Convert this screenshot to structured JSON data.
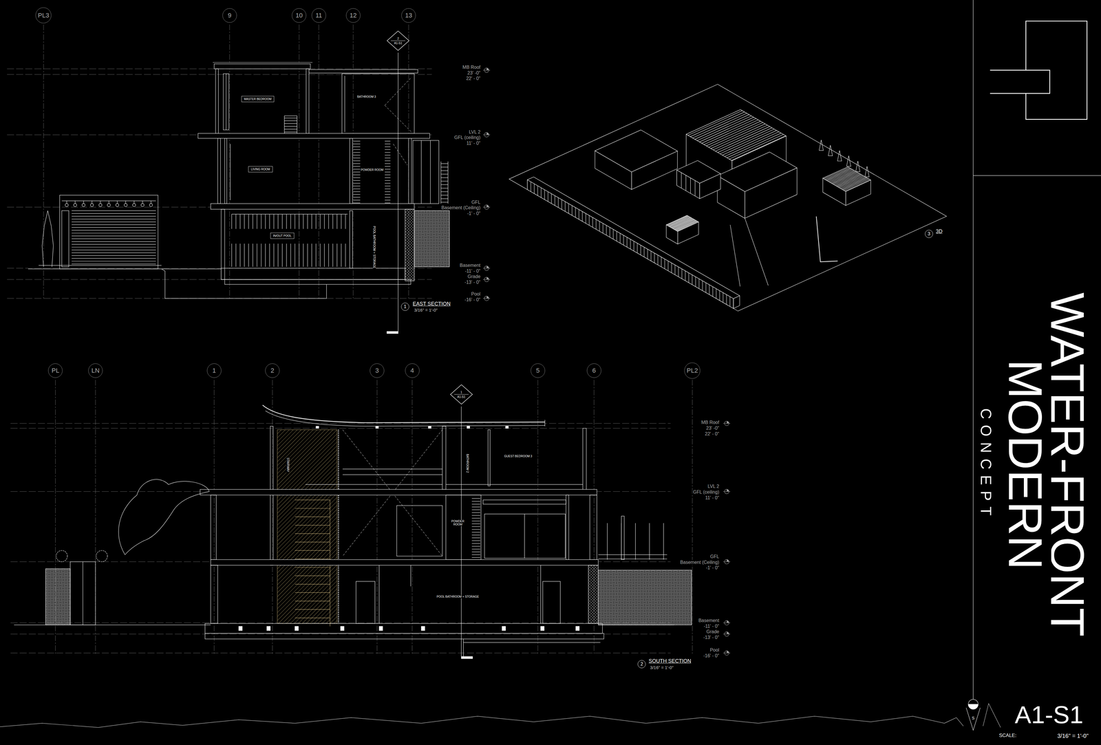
{
  "diagram": {
    "nodes": [
      {
        "text": [
          "PL3"
        ]
      },
      {
        "text": [
          "9"
        ]
      },
      {
        "text": [
          "10"
        ]
      },
      {
        "text": [
          "11"
        ]
      },
      {
        "text": [
          "12"
        ]
      },
      {
        "text": [
          "13"
        ]
      },
      {
        "text": [
          "2",
          "A1-S1"
        ]
      },
      {
        "text": [
          "MASTER BEDROOM"
        ]
      },
      {
        "text": [
          "LIVING ROOM"
        ]
      },
      {
        "text": [
          "IN/OUT POOL"
        ]
      },
      {
        "text": [
          "1"
        ]
      },
      {
        "text": [
          "3"
        ]
      },
      {
        "text": [
          "PL"
        ]
      },
      {
        "text": [
          "LN"
        ]
      },
      {
        "text": [
          "1"
        ]
      },
      {
        "text": [
          "2"
        ]
      },
      {
        "text": [
          "3"
        ]
      },
      {
        "text": [
          "4"
        ]
      },
      {
        "text": [
          "5"
        ]
      },
      {
        "text": [
          "6"
        ]
      },
      {
        "text": [
          "PL2"
        ]
      },
      {
        "text": [
          "1",
          "A1-S1"
        ]
      },
      {
        "text": [
          "2"
        ]
      }
    ],
    "labels": [
      "BATHROOM 3",
      "POWDER ROOM",
      "POOL BATHROOM + STORAGE",
      "MB Roof",
      "23' -0\"",
      "22' - 0\"",
      "LVL 2",
      "GFL (ceiling)",
      "11' - 0\"",
      "GFL",
      "Basement (Ceiling)",
      "-1' - 0\"",
      "Basement",
      "-11' - 0\"",
      "Grade",
      "-13' - 0\"",
      "Pool",
      "-16' - 0\"",
      "EAST SECTION",
      "3/16\" = 1'-0\"",
      "3D",
      "STAIRWAY",
      "BATHROOM 2",
      "GUEST BEDROOM 3",
      "POWDER ROOM",
      "POOL BATHROOM + STORAGE",
      "MB Roof",
      "23' -0\"",
      "22' - 0\"",
      "LVL 2",
      "GFL (ceiling)",
      "11' - 0\"",
      "GFL",
      "Basement (Ceiling)",
      "-1' - 0\"",
      "Basement",
      "-11' - 0\"",
      "Grade",
      "-13' - 0\"",
      "Pool",
      "-16' - 0\"",
      "SOUTH SECTION",
      "3/16\" = 1'-0\"",
      "WATER-FRONT",
      "MODERN",
      "CONCEPT",
      "A1-S1",
      "SCALE:",
      "3/16\" = 1'-0\"",
      "S"
    ]
  }
}
